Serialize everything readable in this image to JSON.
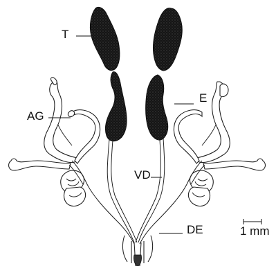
{
  "labels": {
    "t": "T",
    "ag": "AG",
    "e": "E",
    "vd": "VD",
    "de": "DE"
  },
  "scale_bar": {
    "label": "1 mm"
  },
  "colors": {
    "ink": "#111111",
    "tissue_fill": "#1a1a1a",
    "background": "#ffffff"
  }
}
